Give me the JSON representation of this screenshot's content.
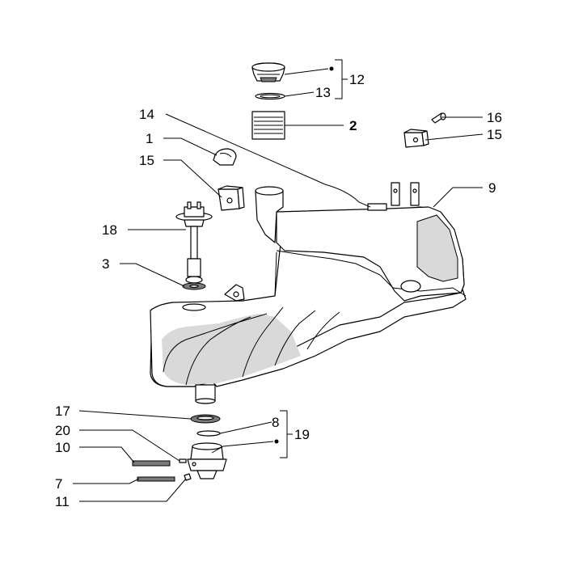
{
  "labels": {
    "l1": "1",
    "l2": "2",
    "l3": "3",
    "l7": "7",
    "l8": "8",
    "l9": "9",
    "l10": "10",
    "l11": "11",
    "l12": "12",
    "l13": "13",
    "l14": "14",
    "l15a": "15",
    "l15b": "15",
    "l16": "16",
    "l17": "17",
    "l18": "18",
    "l19": "19",
    "l20": "20"
  }
}
